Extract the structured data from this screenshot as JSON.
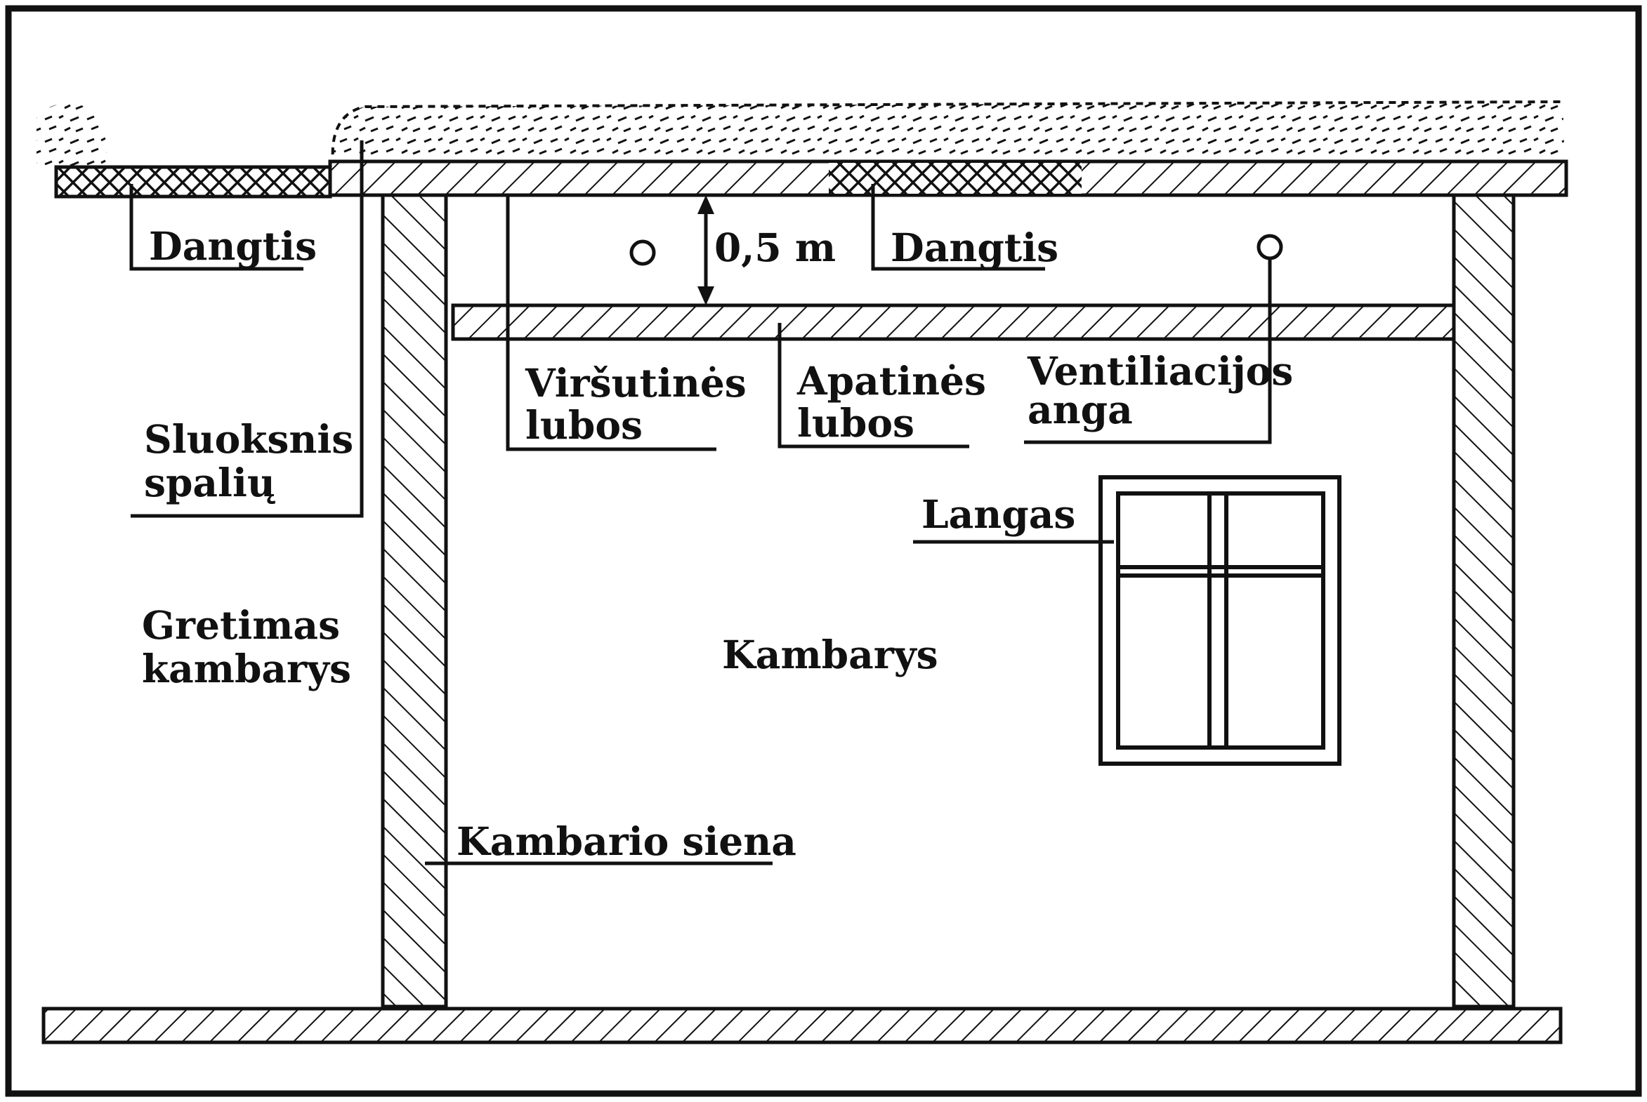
{
  "colors": {
    "ink": "#111111",
    "paper": "#ffffff"
  },
  "labels": {
    "roof_left": "Dangtis",
    "roof_right": "Dangtis",
    "gap_dimension": "0,5 m",
    "upper_ceiling": [
      "Viršutinės",
      "lubos"
    ],
    "lower_ceiling": [
      "Apatinės",
      "lubos"
    ],
    "vent_opening": [
      "Ventiliacijos",
      "anga"
    ],
    "sawdust_layer": [
      "Sluoksnis",
      "spalių"
    ],
    "window": "Langas",
    "adjacent_room": [
      "Gretimas",
      "kambarys"
    ],
    "room": "Kambarys",
    "room_wall": "Kambario siena"
  }
}
